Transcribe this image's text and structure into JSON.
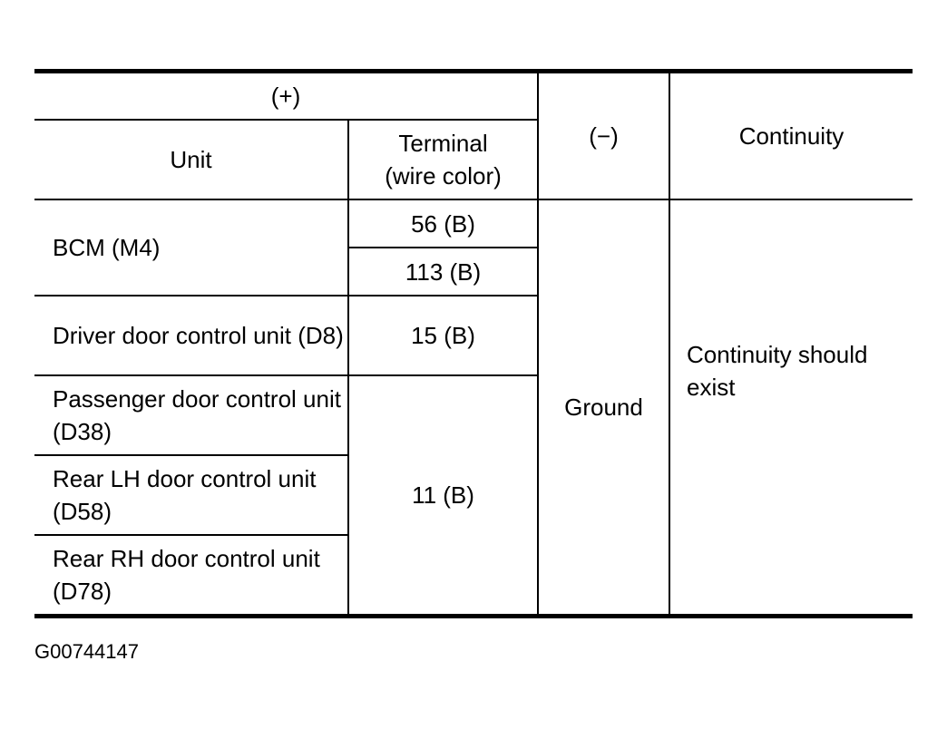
{
  "table": {
    "header": {
      "plus": "(+)",
      "unit": "Unit",
      "terminal_line1": "Terminal",
      "terminal_line2": "(wire color)",
      "minus": "(−)",
      "continuity": "Continuity"
    },
    "rows": [
      {
        "unit": "BCM (M4)",
        "terminals": [
          "56 (B)",
          "113 (B)"
        ]
      },
      {
        "unit": "Driver door control unit (D8)",
        "terminals": [
          "15 (B)"
        ]
      },
      {
        "unit": "Passenger door control unit (D38)"
      },
      {
        "unit": "Rear LH door control unit (D58)"
      },
      {
        "unit": "Rear RH door control unit (D78)"
      }
    ],
    "shared_terminal": "11 (B)",
    "minus_value": "Ground",
    "continuity_value": "Continuity should exist"
  },
  "figure_id": "G00744147"
}
